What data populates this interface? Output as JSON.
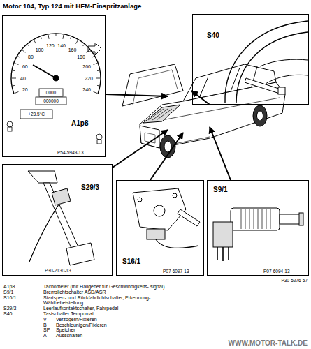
{
  "diagram": {
    "title": "Motor 104, Typ 124 mit HFM-Einspritzanlage",
    "nodes": [
      {
        "text": [
          "A1p8",
          "P54-5949-13"
        ]
      },
      {
        "text": [
          "S40"
        ]
      },
      {
        "text": [
          "S29/3",
          "P30-2130-13"
        ]
      },
      {
        "text": [
          "S16/1",
          "P07-6097-13"
        ]
      },
      {
        "text": [
          "S9/1",
          "P07-6094-13"
        ]
      }
    ],
    "labels": [
      "20",
      "40",
      "60",
      "80",
      "100",
      "120",
      "140",
      "160",
      "180",
      "200",
      "220",
      "240",
      "0000",
      "000000",
      "+23.5°C",
      "P30-5276-57",
      "A1p8",
      "Tachometer (mit Hallgeber für Geschwindigkeits- signal)",
      "S9/1",
      "Bremslichtschalter ASD/ASR",
      "S16/1",
      "Startsperr- und Rückfahrlichtschalter, Erkennung- Wählhebelstellung",
      "S29/3",
      "Leerlaufkontaktschalter, Fahrpedal",
      "S40",
      "Tastschalter Tempomat",
      "V",
      "Verzögern/Fixieren",
      "B",
      "Beschleunigen/Fixieren",
      "SP",
      "Speicher",
      "A",
      "Ausschalten",
      "WWW.MOTOR-TALK.DE"
    ]
  }
}
